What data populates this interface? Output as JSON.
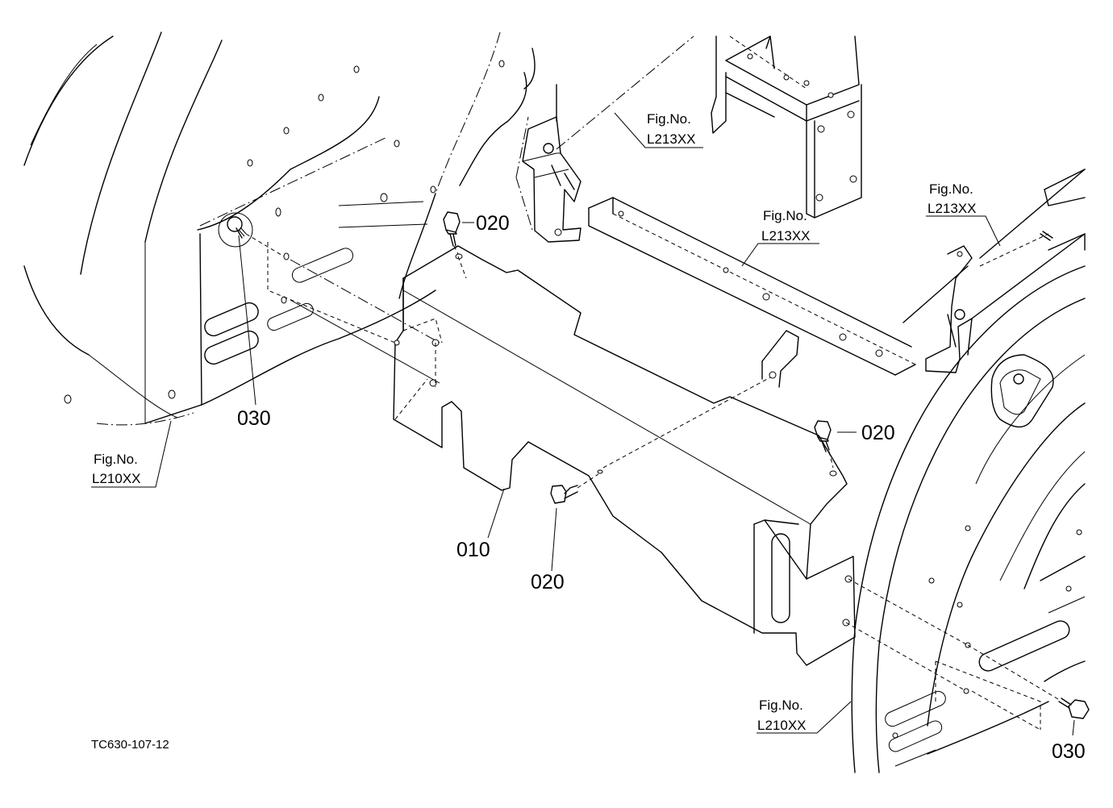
{
  "drawing_code": "TC630-107-12",
  "callouts": {
    "part_010": "010",
    "part_020_a": "020",
    "part_020_b": "020",
    "part_020_c": "020",
    "part_030_a": "030",
    "part_030_b": "030"
  },
  "figure_references": {
    "upper_center": {
      "line1": "Fig.No.",
      "line2": "L213XX"
    },
    "center": {
      "line1": "Fig.No.",
      "line2": "L213XX"
    },
    "right": {
      "line1": "Fig.No.",
      "line2": "L213XX"
    },
    "left": {
      "line1": "Fig.No.",
      "line2": "L210XX"
    },
    "lower_right": {
      "line1": "Fig.No.",
      "line2": "L210XX"
    }
  }
}
